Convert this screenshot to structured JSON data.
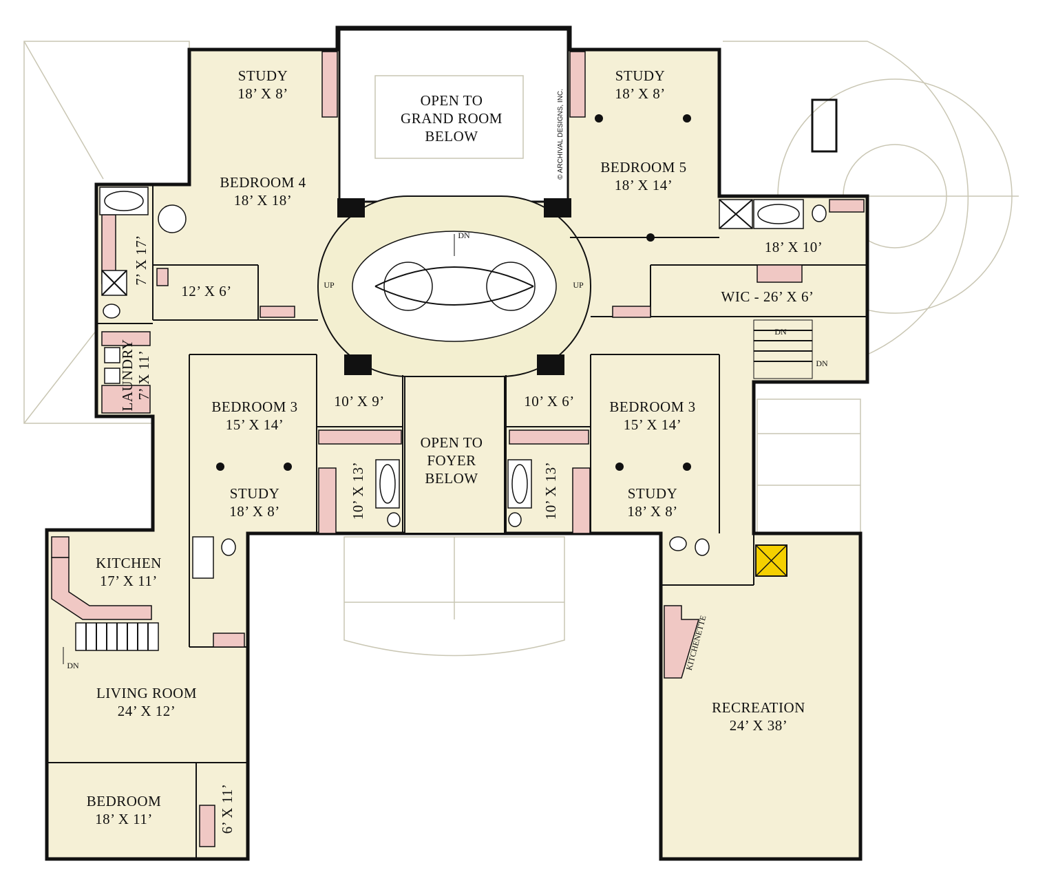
{
  "copyright": "© ARCHIVAL DESIGNS, INC.",
  "rooms": {
    "study_left": [
      "STUDY",
      "18’ X 8’"
    ],
    "open_grand": [
      "OPEN TO",
      "GRAND ROOM",
      "BELOW"
    ],
    "study_right": [
      "STUDY",
      "18’ X 8’"
    ],
    "bedroom4": [
      "BEDROOM 4",
      "18’ X 18’"
    ],
    "bedroom5": [
      "BEDROOM 5",
      "18’ X 14’"
    ],
    "bath_left": "7’ X 17’",
    "closet_left": "12’ X 6’",
    "bath_right": "18’ X 10’",
    "wic": "WIC - 26’ X 6’",
    "laundry": [
      "LAUNDRY",
      "7’ X 11’"
    ],
    "bedroom3_left": [
      "BEDROOM 3",
      "15’ X 14’"
    ],
    "closet_10x9": "10’ X 9’",
    "open_foyer": [
      "OPEN TO",
      "FOYER",
      "BELOW"
    ],
    "closet_10x6": "10’ X 6’",
    "bedroom3_right": [
      "BEDROOM 3",
      "15’ X 14’"
    ],
    "study_mid_left": [
      "STUDY",
      "18’ X 8’"
    ],
    "bath_mid_left": "10’ X 13’",
    "bath_mid_right": "10’ X 13’",
    "study_mid_right": [
      "STUDY",
      "18’ X 8’"
    ],
    "kitchen": [
      "KITCHEN",
      "17’ X 11’"
    ],
    "living": [
      "LIVING ROOM",
      "24’ X 12’"
    ],
    "bedroom_bottom": [
      "BEDROOM",
      "18’ X 11’"
    ],
    "closet_6x11": "6’ X 11’",
    "kitchenette": "KITCHENETTE",
    "recreation": [
      "RECREATION",
      "24’ X 38’"
    ]
  },
  "stairs": {
    "dn_center": "DN",
    "up_left": "UP",
    "up_right": "UP",
    "dn_right_1": "DN",
    "dn_right_2": "DN",
    "dn_left": "DN"
  },
  "colors": {
    "floor": "#f5f0d6",
    "cabinet": "#f0c8c4",
    "elevator": "#f5d000",
    "wall": "#111111"
  }
}
